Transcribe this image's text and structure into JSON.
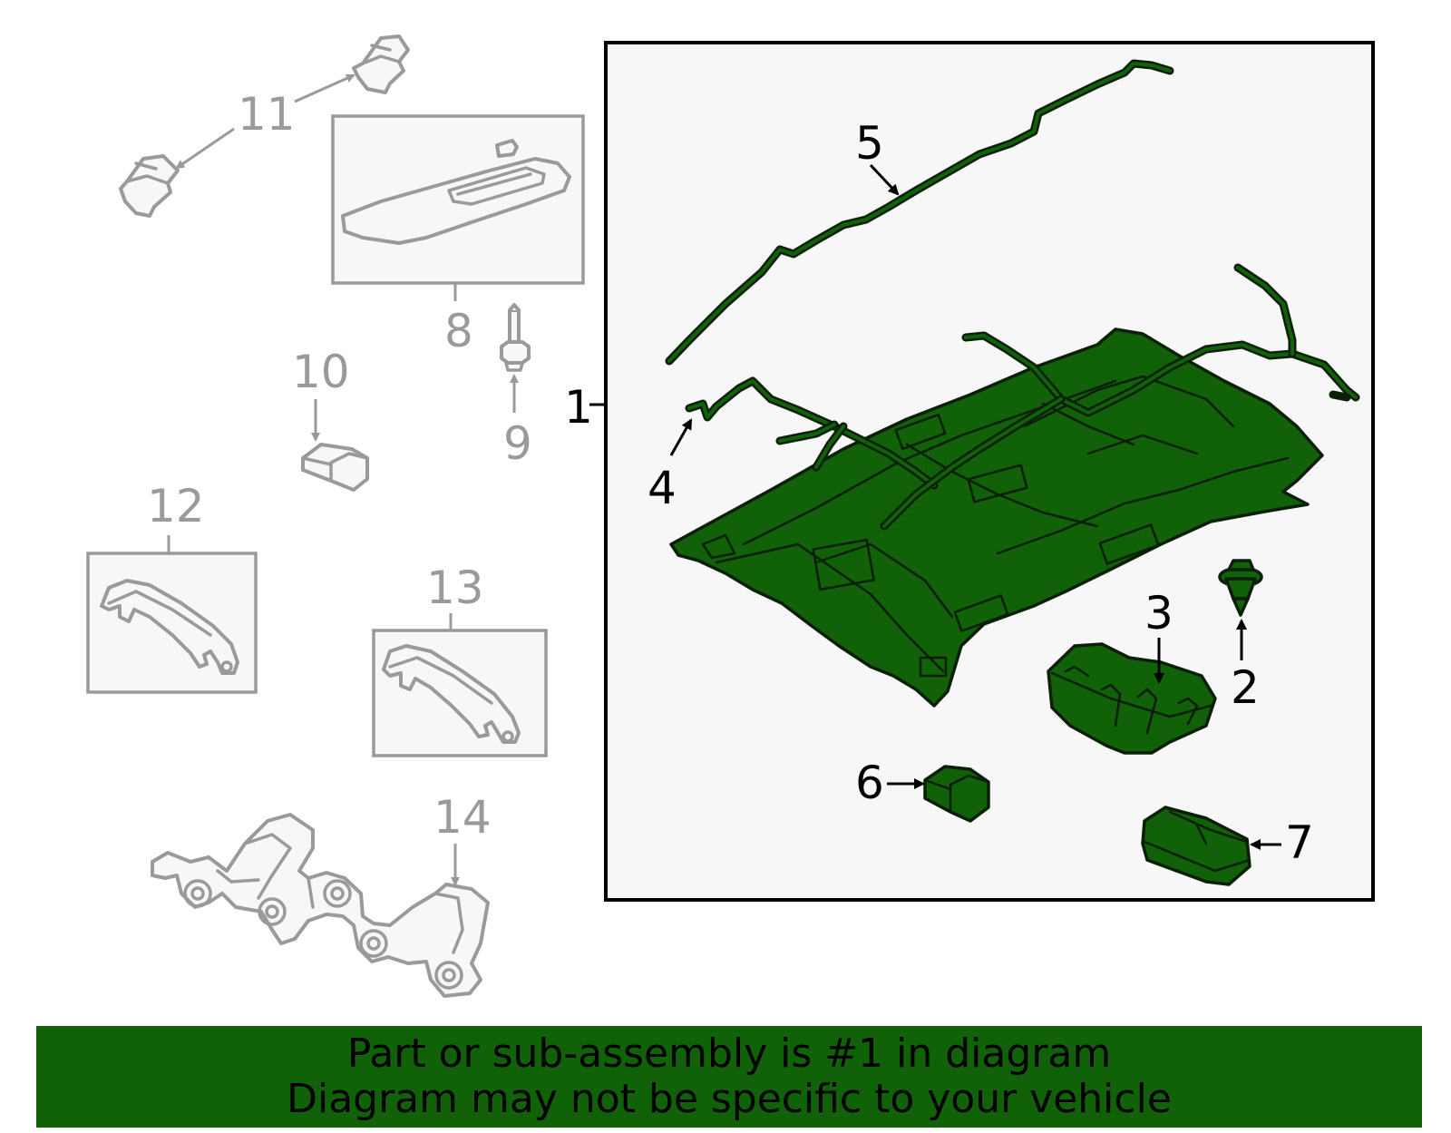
{
  "callouts": {
    "c1": "1",
    "c2": "2",
    "c3": "3",
    "c4": "4",
    "c5": "5",
    "c6": "6",
    "c7": "7",
    "c8": "8",
    "c9": "9",
    "c10": "10",
    "c11": "11",
    "c12": "12",
    "c13": "13",
    "c14": "14"
  },
  "banner": {
    "line1": "Part or sub-assembly is #1 in diagram",
    "line2": "Diagram may not be specific to your vehicle"
  },
  "colors": {
    "highlight": "#116109",
    "outline_dark": "#0b1e08",
    "unhighlighted_parts": "#9a9a9a",
    "box_fill": "#f7f7f7"
  }
}
